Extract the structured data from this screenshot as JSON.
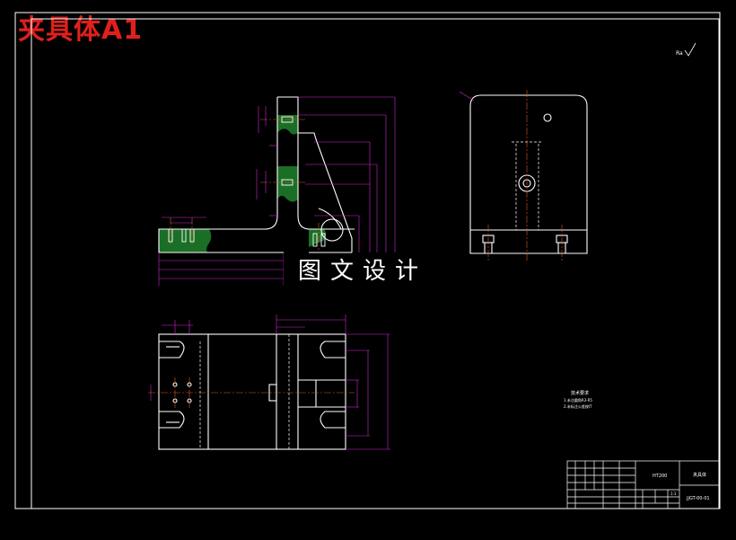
{
  "drawing_title": "夹具体A1",
  "watermark": "图文设计",
  "roughness": "Ra",
  "tech_requirements": {
    "heading": "技术要求",
    "items": [
      "1.未注圆角R3-R5",
      "2.未标注公差按IT"
    ]
  },
  "title_block": {
    "part_name": "夹具体",
    "material": "HT200",
    "drawing_no": "JJGT-00-01",
    "scale": "1:1"
  },
  "colors": {
    "outline": "#ffffff",
    "dimension": "#d12bd1",
    "center": "#e05a1a",
    "hatch": "#1e9a2c",
    "border": "#ffffff",
    "title": "#e0201b"
  }
}
